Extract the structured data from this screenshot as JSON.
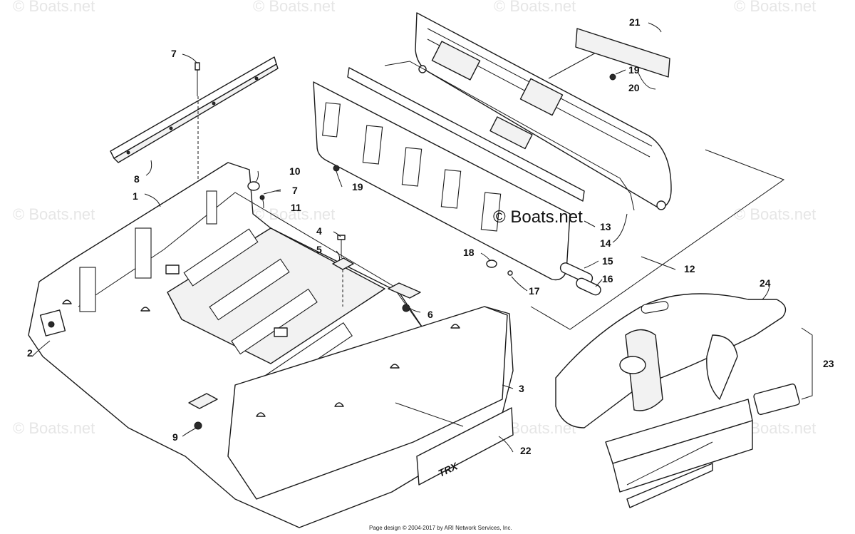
{
  "watermarks": {
    "text": "© Boats.net",
    "center_text": "© Boats.net"
  },
  "callouts": {
    "c1": "1",
    "c2": "2",
    "c3": "3",
    "c4": "4",
    "c5": "5",
    "c6": "6",
    "c7a": "7",
    "c7b": "7",
    "c8": "8",
    "c9": "9",
    "c10": "10",
    "c11": "11",
    "c12": "12",
    "c13": "13",
    "c14": "14",
    "c15": "15",
    "c16": "16",
    "c17": "17",
    "c18": "18",
    "c19a": "19",
    "c19b": "19",
    "c20": "20",
    "c21": "21",
    "c22": "22",
    "c23": "23",
    "c24": "24"
  },
  "decal_text": "TRX",
  "footer": "Page design © 2004-2017 by ARI Network Services, Inc."
}
